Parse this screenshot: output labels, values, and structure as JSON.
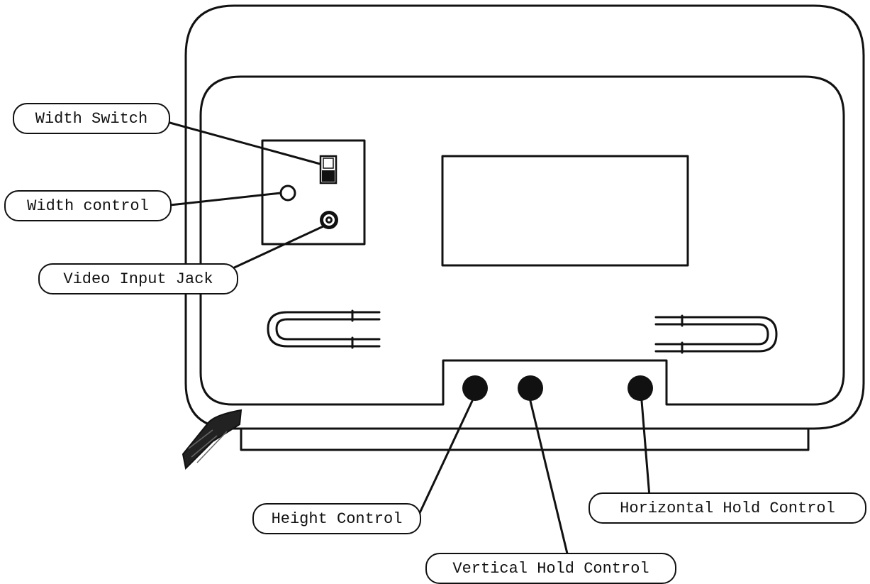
{
  "labels": {
    "width_switch": "Width Switch",
    "width_control": "Width control",
    "video_input_jack": "Video Input Jack",
    "height_control": "Height Control",
    "vertical_hold_control": "Vertical Hold Control",
    "horizontal_hold_control": "Horizontal Hold Control"
  },
  "colors": {
    "ink": "#111111",
    "paper": "#ffffff"
  }
}
